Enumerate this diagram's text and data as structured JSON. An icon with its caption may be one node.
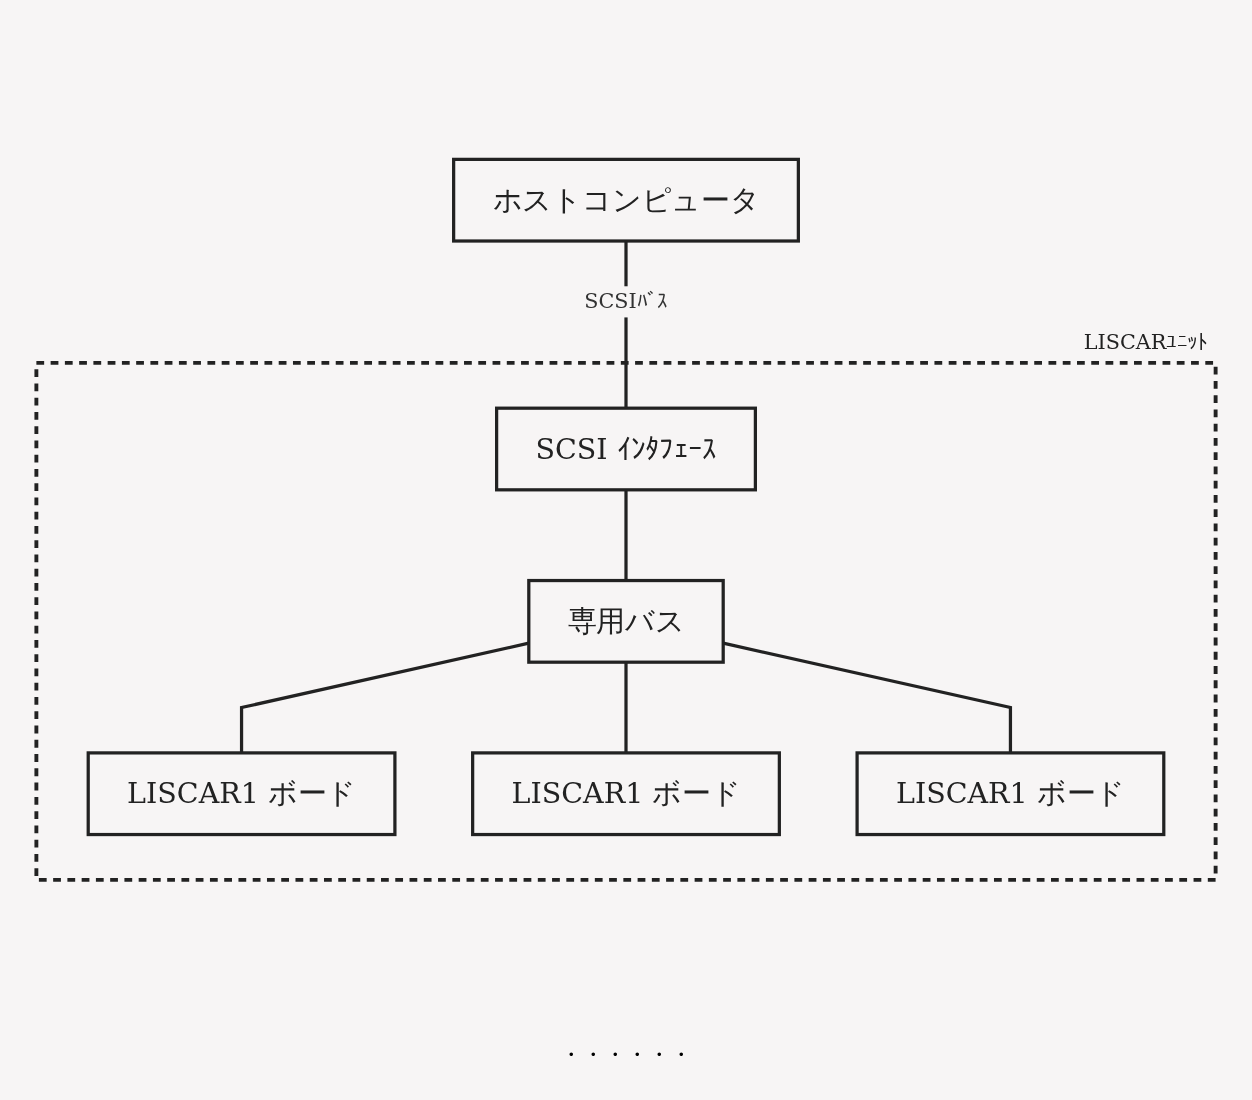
{
  "diagram": {
    "nodes": [
      {
        "text": [
          "ホストコンピュータ"
        ]
      },
      {
        "text": [
          "LISCARﾕﾆｯﾄ"
        ]
      },
      {
        "text": [
          "SCSI ｲﾝﾀﾌｪｰｽ"
        ],
        "in": 1
      },
      {
        "text": [
          "専用バス"
        ],
        "in": 1
      },
      {
        "text": [
          "LISCAR1 ボード"
        ],
        "in": 1
      },
      {
        "text": [
          "LISCAR1 ボード"
        ],
        "in": 1
      },
      {
        "text": [
          "LISCAR1 ボード"
        ],
        "in": 1
      }
    ],
    "edges": [
      {
        "from": 0,
        "to": 2,
        "label": "SCSIﾊﾞｽ",
        "arrow": "none"
      },
      {
        "from": 2,
        "to": 3,
        "arrow": "none"
      },
      {
        "from": 3,
        "to": 4,
        "arrow": "none"
      },
      {
        "from": 3,
        "to": 5,
        "arrow": "none"
      },
      {
        "from": 3,
        "to": 6,
        "arrow": "none"
      }
    ],
    "labels": [
      "・・・・・・"
    ]
  }
}
